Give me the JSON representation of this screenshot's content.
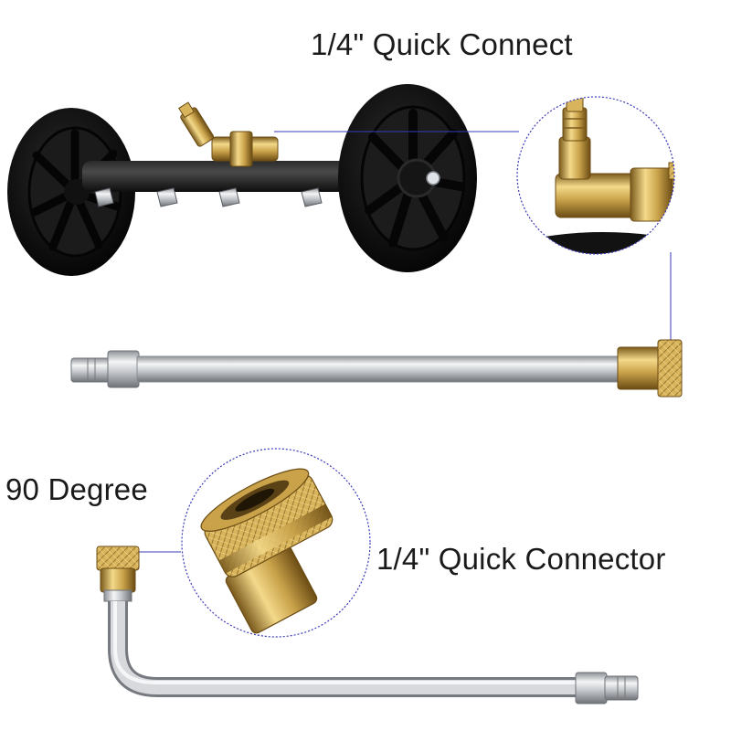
{
  "labels": {
    "top_connect": "1/4\" Quick  Connect",
    "ninety_degree": "90 Degree",
    "bottom_connector": "1/4\" Quick  Connector"
  },
  "colors": {
    "background": "#ffffff",
    "text": "#1a1a1a",
    "callout_line": "#3a3ab8",
    "brass": "#c9a24a",
    "steel": "#c8cbcf",
    "rubber": "#141414"
  }
}
